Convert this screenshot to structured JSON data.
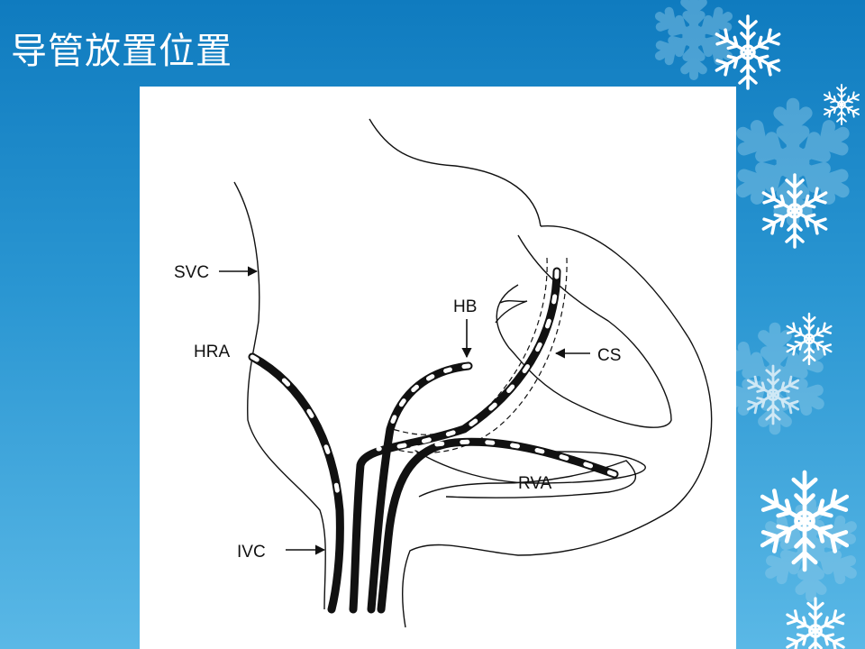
{
  "slide": {
    "title": "导管放置位置"
  },
  "diagram": {
    "labels": {
      "svc": "SVC",
      "hra": "HRA",
      "hb": "HB",
      "cs": "CS",
      "rva": "RVA",
      "ivc": "IVC"
    }
  },
  "colors": {
    "background_top": "#0f7bbf",
    "background_bottom": "#5ab8e6",
    "title": "#ffffff",
    "panel": "#ffffff",
    "ink": "#111111"
  }
}
